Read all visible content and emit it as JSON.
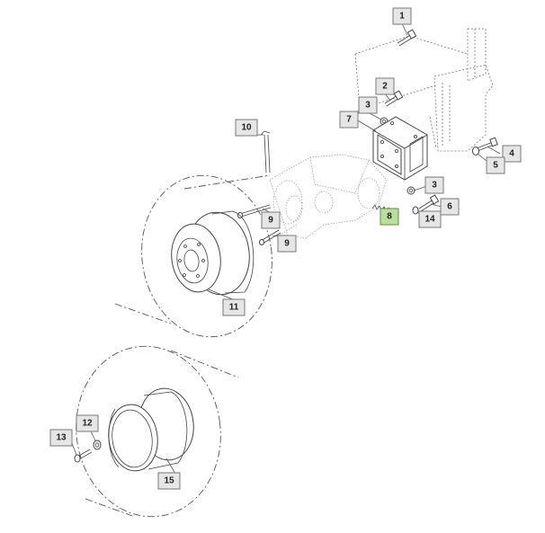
{
  "callouts": [
    {
      "id": "1",
      "label": "1",
      "highlight": false
    },
    {
      "id": "2",
      "label": "2",
      "highlight": false
    },
    {
      "id": "3a",
      "label": "3",
      "highlight": false
    },
    {
      "id": "7",
      "label": "7",
      "highlight": false
    },
    {
      "id": "4",
      "label": "4",
      "highlight": false
    },
    {
      "id": "5",
      "label": "5",
      "highlight": false
    },
    {
      "id": "10",
      "label": "10",
      "highlight": false
    },
    {
      "id": "3b",
      "label": "3",
      "highlight": false
    },
    {
      "id": "6",
      "label": "6",
      "highlight": false
    },
    {
      "id": "14",
      "label": "14",
      "highlight": false
    },
    {
      "id": "8",
      "label": "8",
      "highlight": true
    },
    {
      "id": "9a",
      "label": "9",
      "highlight": false
    },
    {
      "id": "9b",
      "label": "9",
      "highlight": false
    },
    {
      "id": "11",
      "label": "11",
      "highlight": false
    },
    {
      "id": "12",
      "label": "12",
      "highlight": false
    },
    {
      "id": "13",
      "label": "13",
      "highlight": false
    },
    {
      "id": "15",
      "label": "15",
      "highlight": false
    }
  ],
  "colors": {
    "callout_fill": "#e6e6e6",
    "callout_highlight_fill": "#b9dea0",
    "line": "#444444"
  }
}
